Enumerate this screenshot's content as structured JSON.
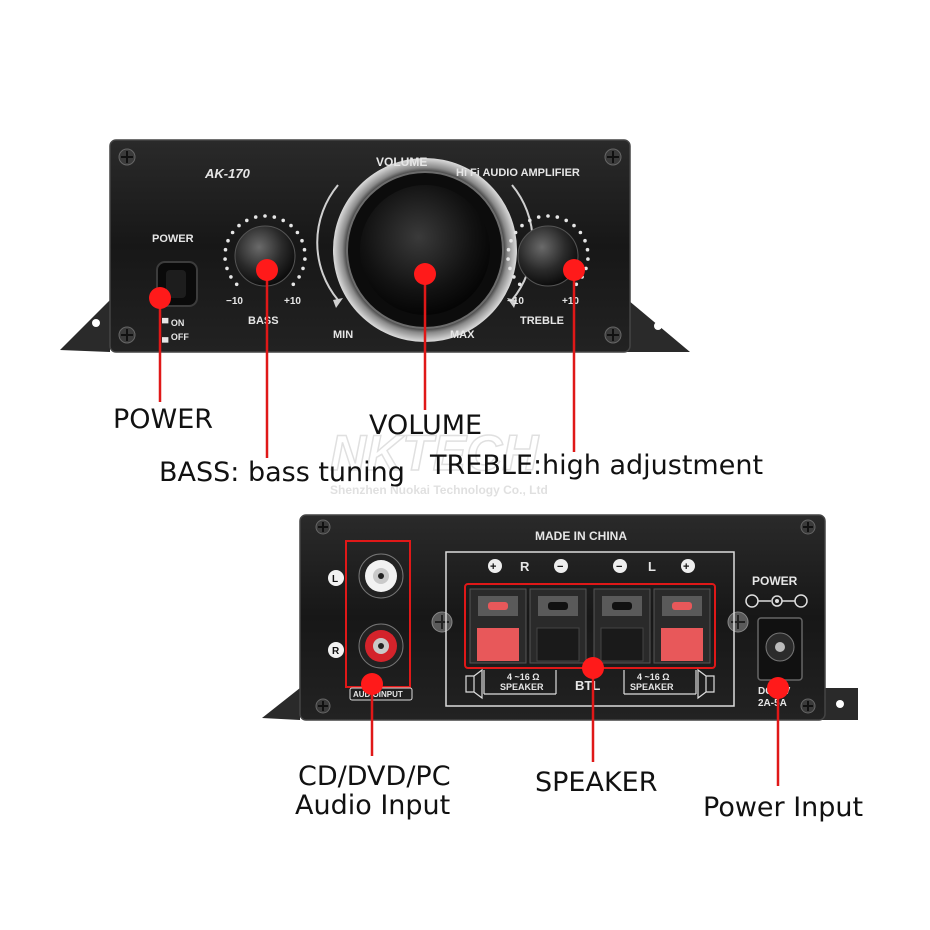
{
  "front_panel": {
    "model": "AK-170",
    "brand_line": "Hi Fi AUDIO AMPLIFIER",
    "volume_label": "VOLUME",
    "volume_min": "MIN",
    "volume_max": "MAX",
    "power_label": "POWER",
    "switch_on": "ON",
    "switch_off": "OFF",
    "bass_label": "BASS",
    "bass_min": "−10",
    "bass_max": "+10",
    "treble_label": "TREBLE",
    "treble_min": "−10",
    "treble_max": "+10"
  },
  "rear_panel": {
    "made_in": "MADE IN CHINA",
    "r_letter": "R",
    "l_letter": "L",
    "jack_l": "L",
    "jack_r": "R",
    "audio_input": "AUDIOINPUT",
    "impedance_left": "4 ~16 Ω",
    "speaker_left": "SPEAKER",
    "btl": "BTL",
    "impedance_right": "4 ~16 Ω",
    "speaker_right": "SPEAKER",
    "power_label": "POWER",
    "dc_rating": "DC12V",
    "current_rating": "2A-5A"
  },
  "callouts": {
    "power": "POWER",
    "volume": "VOLUME",
    "bass": "BASS: bass tuning",
    "treble": "TREBLE:high adjustment",
    "audio_input_line1": "CD/DVD/PC",
    "audio_input_line2": "Audio Input",
    "speaker": "SPEAKER",
    "power_input": "Power Input"
  },
  "watermark": {
    "logo": "NKTECH",
    "company": "Shenzhen Nuokai Technology Co., Ltd"
  },
  "colors": {
    "marker_red": "#ff1a1a",
    "line_red": "#e01818",
    "panel_black": "#1b1b1b",
    "terminal_red": "#e8585a"
  }
}
